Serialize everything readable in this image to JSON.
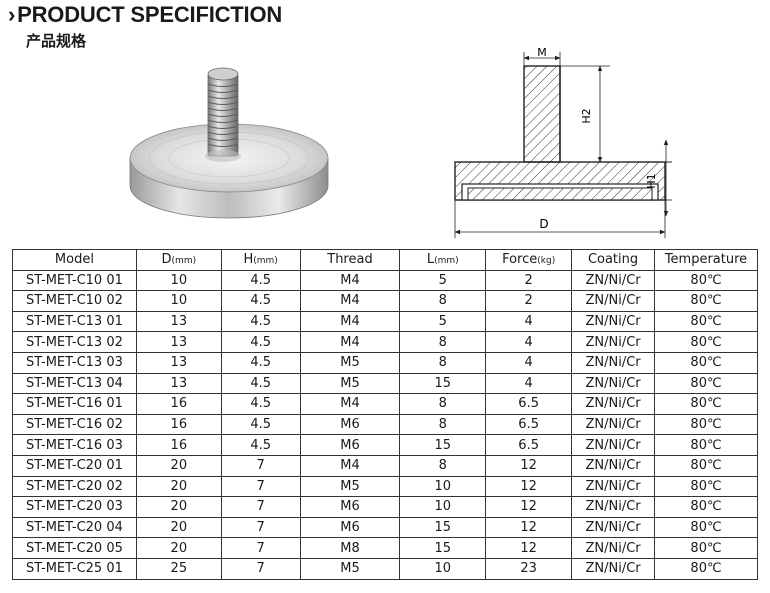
{
  "header": {
    "title": "PRODUCT SPECIFICTION",
    "subtitle": "产品规格"
  },
  "drawing_labels": {
    "m": "M",
    "h2": "H2",
    "h1": "H1",
    "d": "D"
  },
  "table": {
    "columns": [
      {
        "label": "Model",
        "unit": ""
      },
      {
        "label": "D",
        "unit": "(mm)"
      },
      {
        "label": "H",
        "unit": "(mm)"
      },
      {
        "label": "Thread",
        "unit": ""
      },
      {
        "label": "L",
        "unit": "(mm)"
      },
      {
        "label": "Force",
        "unit": "(kg)"
      },
      {
        "label": "Coating",
        "unit": ""
      },
      {
        "label": "Temperature",
        "unit": ""
      }
    ],
    "rows": [
      [
        "ST-MET-C10 01",
        "10",
        "4.5",
        "M4",
        "5",
        "2",
        "ZN/Ni/Cr",
        "80℃"
      ],
      [
        "ST-MET-C10 02",
        "10",
        "4.5",
        "M4",
        "8",
        "2",
        "ZN/Ni/Cr",
        "80℃"
      ],
      [
        "ST-MET-C13 01",
        "13",
        "4.5",
        "M4",
        "5",
        "4",
        "ZN/Ni/Cr",
        "80℃"
      ],
      [
        "ST-MET-C13 02",
        "13",
        "4.5",
        "M4",
        "8",
        "4",
        "ZN/Ni/Cr",
        "80℃"
      ],
      [
        "ST-MET-C13 03",
        "13",
        "4.5",
        "M5",
        "8",
        "4",
        "ZN/Ni/Cr",
        "80℃"
      ],
      [
        "ST-MET-C13 04",
        "13",
        "4.5",
        "M5",
        "15",
        "4",
        "ZN/Ni/Cr",
        "80℃"
      ],
      [
        "ST-MET-C16 01",
        "16",
        "4.5",
        "M4",
        "8",
        "6.5",
        "ZN/Ni/Cr",
        "80℃"
      ],
      [
        "ST-MET-C16 02",
        "16",
        "4.5",
        "M6",
        "8",
        "6.5",
        "ZN/Ni/Cr",
        "80℃"
      ],
      [
        "ST-MET-C16 03",
        "16",
        "4.5",
        "M6",
        "15",
        "6.5",
        "ZN/Ni/Cr",
        "80℃"
      ],
      [
        "ST-MET-C20 01",
        "20",
        "7",
        "M4",
        "8",
        "12",
        "ZN/Ni/Cr",
        "80℃"
      ],
      [
        "ST-MET-C20 02",
        "20",
        "7",
        "M5",
        "10",
        "12",
        "ZN/Ni/Cr",
        "80℃"
      ],
      [
        "ST-MET-C20 03",
        "20",
        "7",
        "M6",
        "10",
        "12",
        "ZN/Ni/Cr",
        "80℃"
      ],
      [
        "ST-MET-C20 04",
        "20",
        "7",
        "M6",
        "15",
        "12",
        "ZN/Ni/Cr",
        "80℃"
      ],
      [
        "ST-MET-C20 05",
        "20",
        "7",
        "M8",
        "15",
        "12",
        "ZN/Ni/Cr",
        "80℃"
      ],
      [
        "ST-MET-C25 01",
        "25",
        "7",
        "M5",
        "10",
        "23",
        "ZN/Ni/Cr",
        "80℃"
      ]
    ]
  }
}
